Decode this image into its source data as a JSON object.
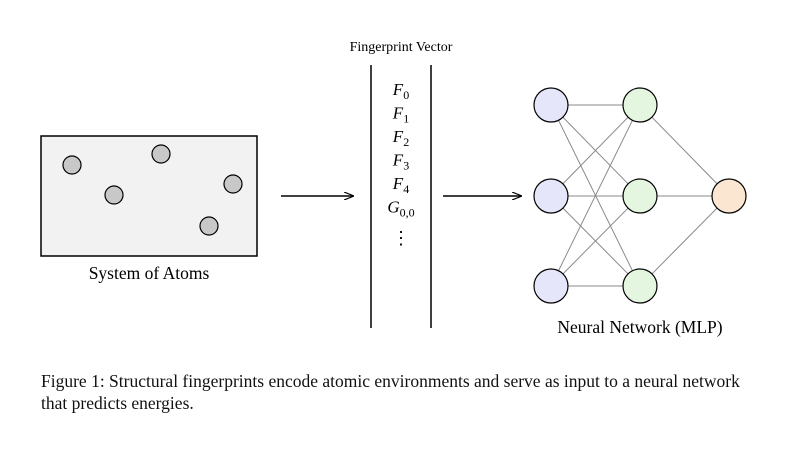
{
  "atoms_panel": {
    "label": "System of Atoms",
    "fill": "#f2f2f2",
    "atom_color": "#c8c8c8",
    "atom_count": 5
  },
  "fingerprint": {
    "title": "Fingerprint Vector",
    "entries": [
      {
        "base": "F",
        "sub": "0"
      },
      {
        "base": "F",
        "sub": "1"
      },
      {
        "base": "F",
        "sub": "2"
      },
      {
        "base": "F",
        "sub": "3"
      },
      {
        "base": "F",
        "sub": "4"
      },
      {
        "base": "G",
        "sub": "0,0"
      }
    ],
    "ellipsis": "⋮"
  },
  "network": {
    "label": "Neural Network (MLP)",
    "input_color": "#e6e6fb",
    "hidden_color": "#e4f6df",
    "output_color": "#fbe6d2",
    "input_nodes": 3,
    "hidden_nodes": 3,
    "output_nodes": 1
  },
  "caption": "Figure 1: Structural fingerprints encode atomic environments and serve as input to a neural network that predicts energies."
}
